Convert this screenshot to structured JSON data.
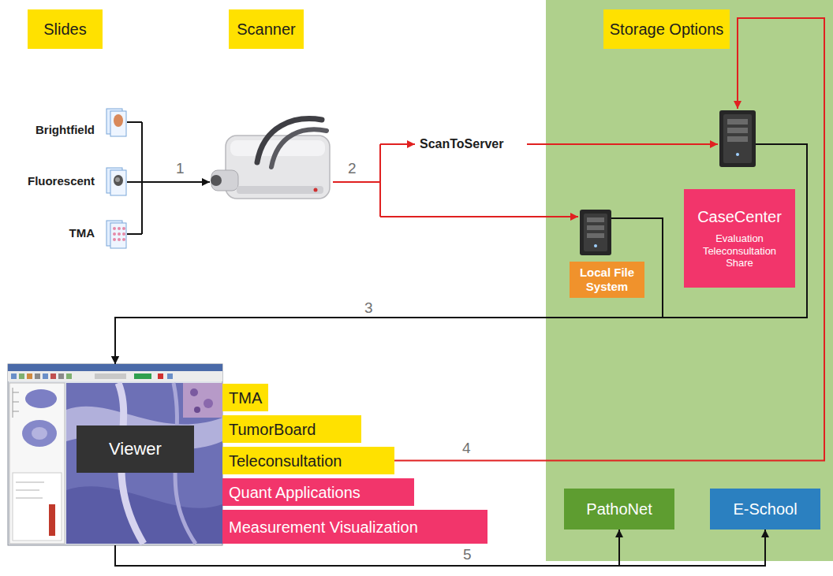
{
  "diagram": {
    "nodes": [
      {
        "text": [
          "Slides"
        ]
      },
      {
        "text": [
          "Scanner"
        ]
      },
      {
        "text": [
          "Storage Options"
        ]
      },
      {
        "text": [
          "Local File System"
        ],
        "in": 2
      },
      {
        "text": [
          "CaseCenter",
          "Evaluation Teleconsultation Share"
        ],
        "in": 2
      },
      {
        "text": [
          "Viewer"
        ]
      },
      {
        "text": [
          "TMA"
        ]
      },
      {
        "text": [
          "TumorBoard"
        ]
      },
      {
        "text": [
          "Teleconsultation"
        ]
      },
      {
        "text": [
          "Quant Applications"
        ]
      },
      {
        "text": [
          "Measurement Visualization"
        ]
      },
      {
        "text": [
          "PathoNet"
        ],
        "in": 2
      },
      {
        "text": [
          "E-School"
        ],
        "in": 2
      }
    ],
    "edges": [
      {
        "from": 3,
        "to": 5,
        "arrow": "to"
      },
      {
        "from": 4,
        "to": 5,
        "arrow": "to"
      },
      {
        "from": 8,
        "to": 4,
        "arrow": "to",
        "label": "4"
      },
      {
        "from": 5,
        "to": 11,
        "arrow": "to"
      },
      {
        "from": 5,
        "to": 12,
        "arrow": "to"
      }
    ],
    "labels": [
      "Brightfield",
      "Fluorescent",
      "TMA",
      "1",
      "2",
      "ScanToServer",
      "3",
      "5"
    ]
  }
}
